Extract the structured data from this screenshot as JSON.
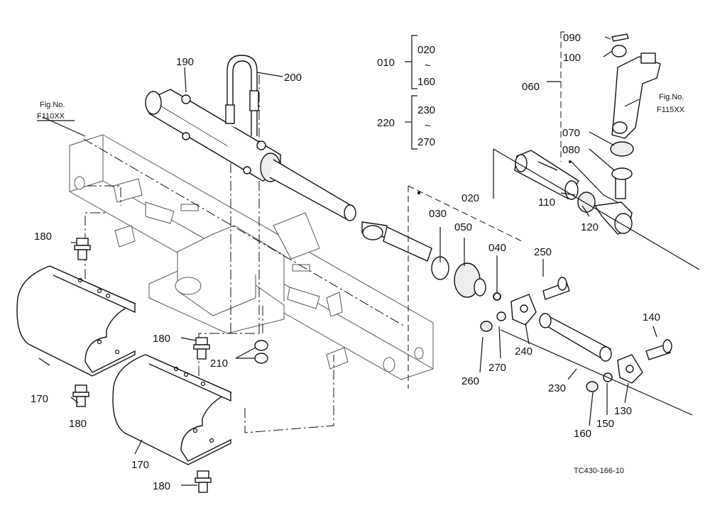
{
  "diagram": {
    "drawing_code": "TC430-166-10",
    "figure_refs": [
      {
        "id": "f110",
        "line1": "Fig.No.",
        "line2": "F110XX"
      },
      {
        "id": "f115",
        "line1": "Fig.No.",
        "line2": "F115XX"
      }
    ],
    "group_labels": [
      {
        "id": "g010",
        "code": "010",
        "range_start": "020",
        "tilde": "~",
        "range_end": "160"
      },
      {
        "id": "g220",
        "code": "220",
        "range_start": "230",
        "tilde": "~",
        "range_end": "270"
      }
    ],
    "part_labels": {
      "p060": "060",
      "p070": "070",
      "p080": "080",
      "p090": "090",
      "p100": "100",
      "p110": "110",
      "p120": "120",
      "p130": "130",
      "p140": "140",
      "p150": "150",
      "p160": "160",
      "p170a": "170",
      "p170b": "170",
      "p180a": "180",
      "p180b": "180",
      "p180c": "180",
      "p180d": "180",
      "p190": "190",
      "p200": "200",
      "p210": "210",
      "p230": "230",
      "p240": "240",
      "p250": "250",
      "p260": "260",
      "p270": "270",
      "p020": "020",
      "p030": "030",
      "p040": "040",
      "p050": "050"
    }
  }
}
